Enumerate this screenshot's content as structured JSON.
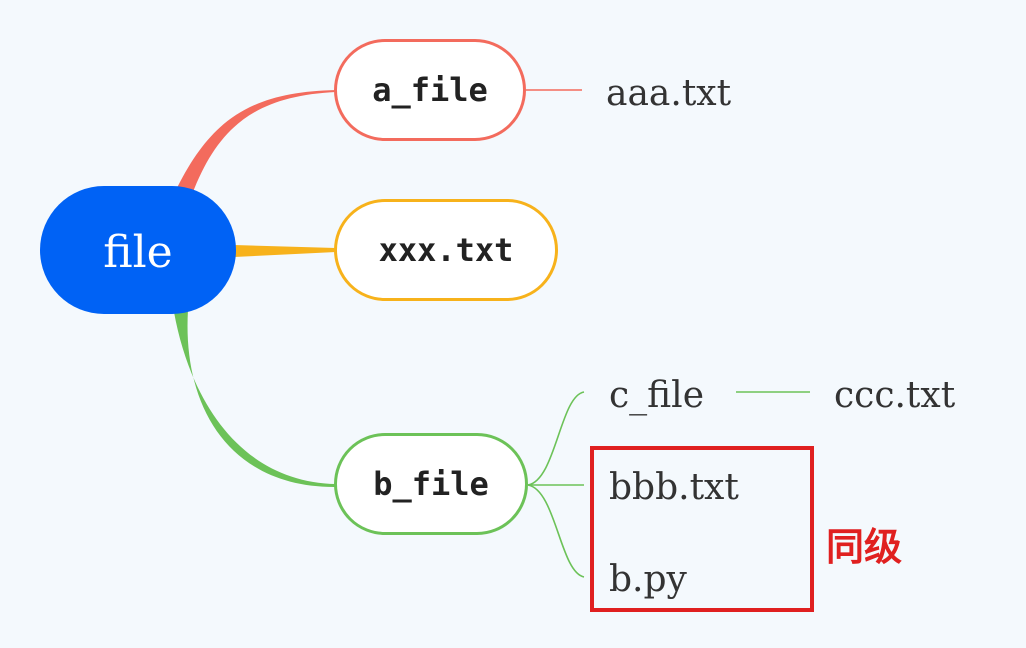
{
  "colors": {
    "root_fill": "#0062f5",
    "branch_a": "#f36b5d",
    "branch_x": "#f7b21b",
    "branch_b": "#6cc258",
    "highlight": "#e02020"
  },
  "root": {
    "label": "file"
  },
  "branches": [
    {
      "label": "a_file",
      "children": [
        "aaa.txt"
      ]
    },
    {
      "label": "xxx.txt",
      "children": []
    },
    {
      "label": "b_file",
      "children": [
        {
          "label": "c_file",
          "children": [
            "ccc.txt"
          ]
        },
        {
          "label": "bbb.txt"
        },
        {
          "label": "b.py"
        }
      ]
    }
  ],
  "annotation": {
    "label": "同级"
  }
}
